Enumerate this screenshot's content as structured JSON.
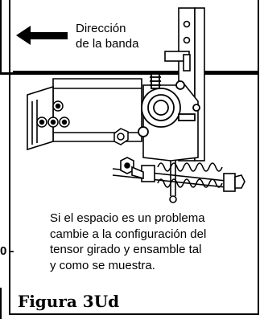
{
  "figure": {
    "direction_label_line1": "Dirección",
    "direction_label_line2": "de la banda",
    "instructions": [
      "Si el espacio es un problema",
      "cambie a la configuración del",
      "tensor girado y ensamble tal",
      "y como se muestra."
    ],
    "side_label": "0 -",
    "title": "Figura 3Ud"
  }
}
